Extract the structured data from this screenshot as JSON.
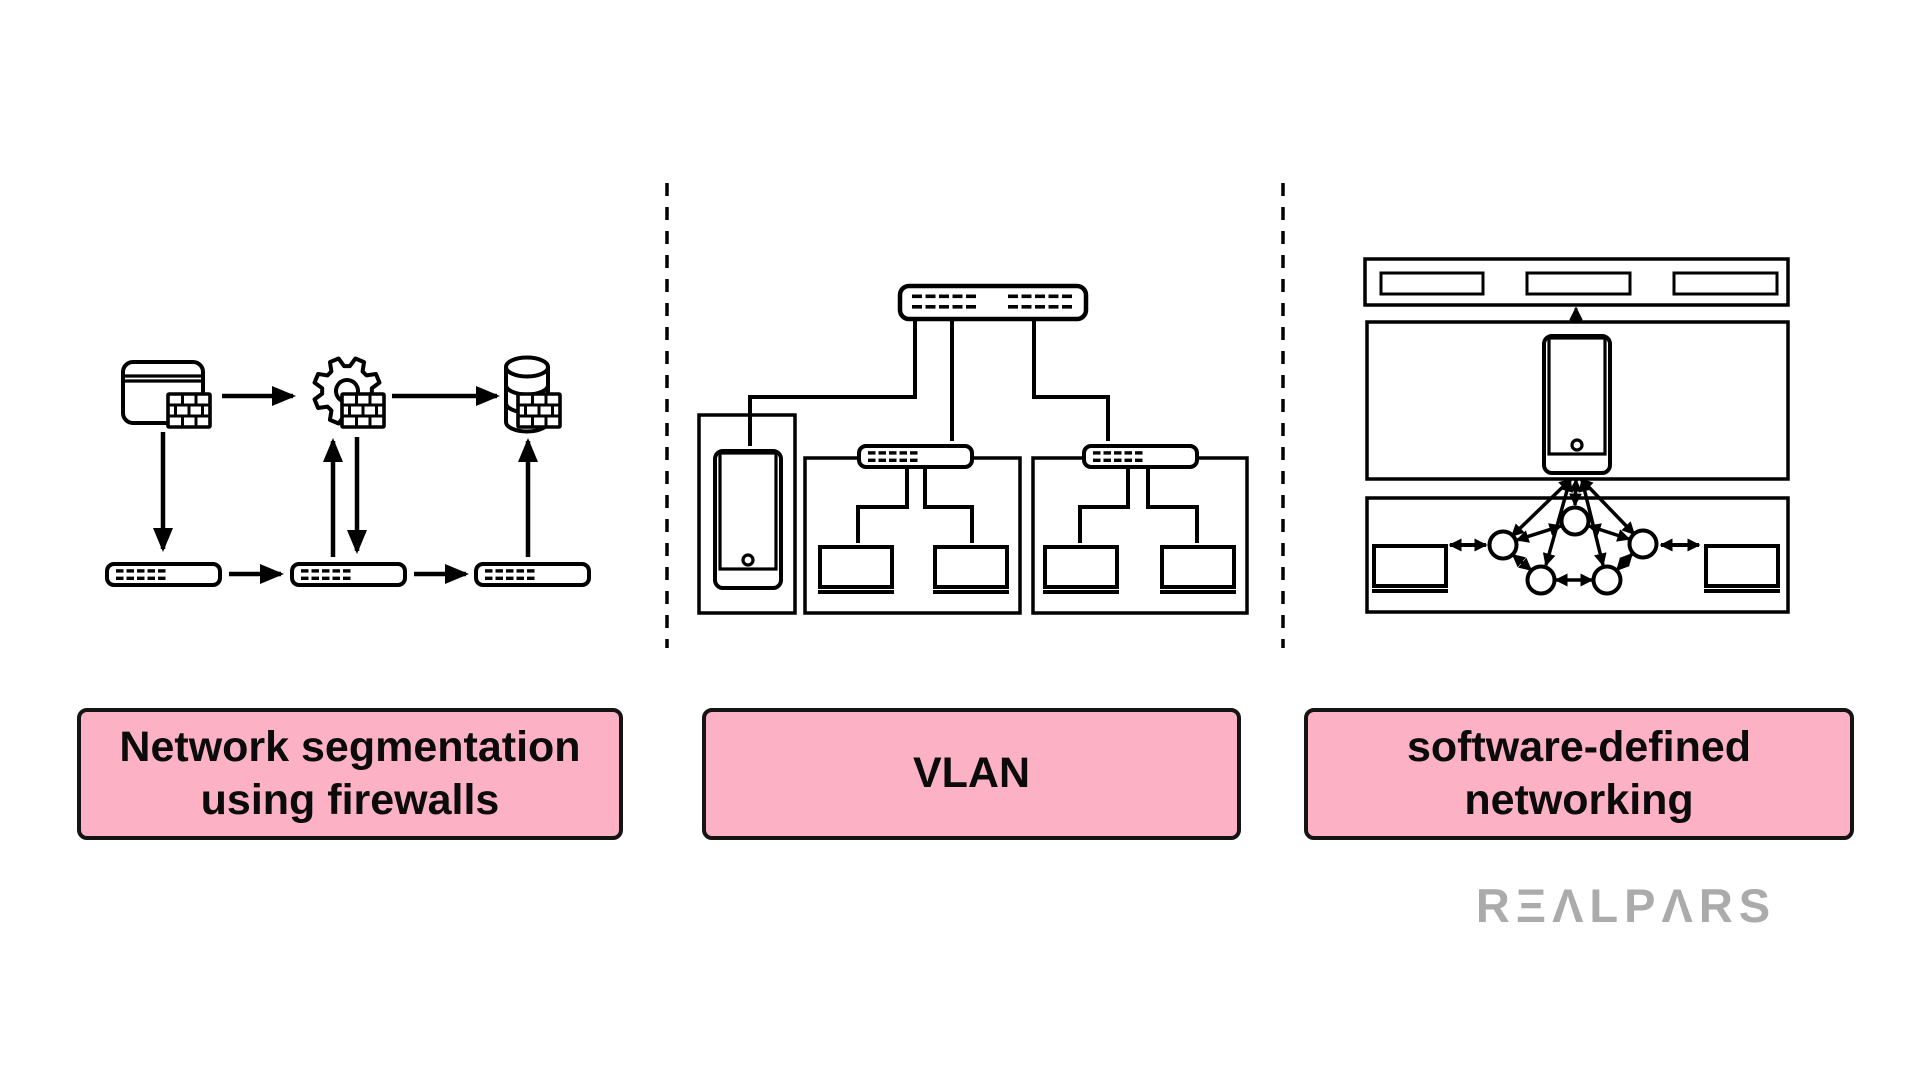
{
  "page": {
    "background": "#ffffff",
    "stroke_color": "#000000",
    "caption_fill": "#FDB1C5",
    "caption_border": "#141414",
    "caption_text_color": "#0b0b0b"
  },
  "panels": [
    {
      "id": "network-segmentation-using-firewalls",
      "label": "Network segmentation using firewalls",
      "icons": [
        "web-app-firewall",
        "services-gear-firewall",
        "database-firewall",
        "switch",
        "switch",
        "switch"
      ]
    },
    {
      "id": "vlan",
      "label": "VLAN",
      "icons": [
        "core-switch",
        "ip-phone",
        "access-switch",
        "desktop",
        "desktop",
        "access-switch",
        "desktop",
        "desktop"
      ]
    },
    {
      "id": "software-defined-networking",
      "label": "software-defined networking",
      "icons": [
        "application-layer",
        "sdn-controller-phone",
        "network-node",
        "network-node",
        "network-node",
        "network-node",
        "network-node",
        "desktop",
        "desktop"
      ]
    }
  ],
  "brand": {
    "name": "REALPARS",
    "display": "RΞΛLPΛRS",
    "color": "#ABABAB"
  }
}
